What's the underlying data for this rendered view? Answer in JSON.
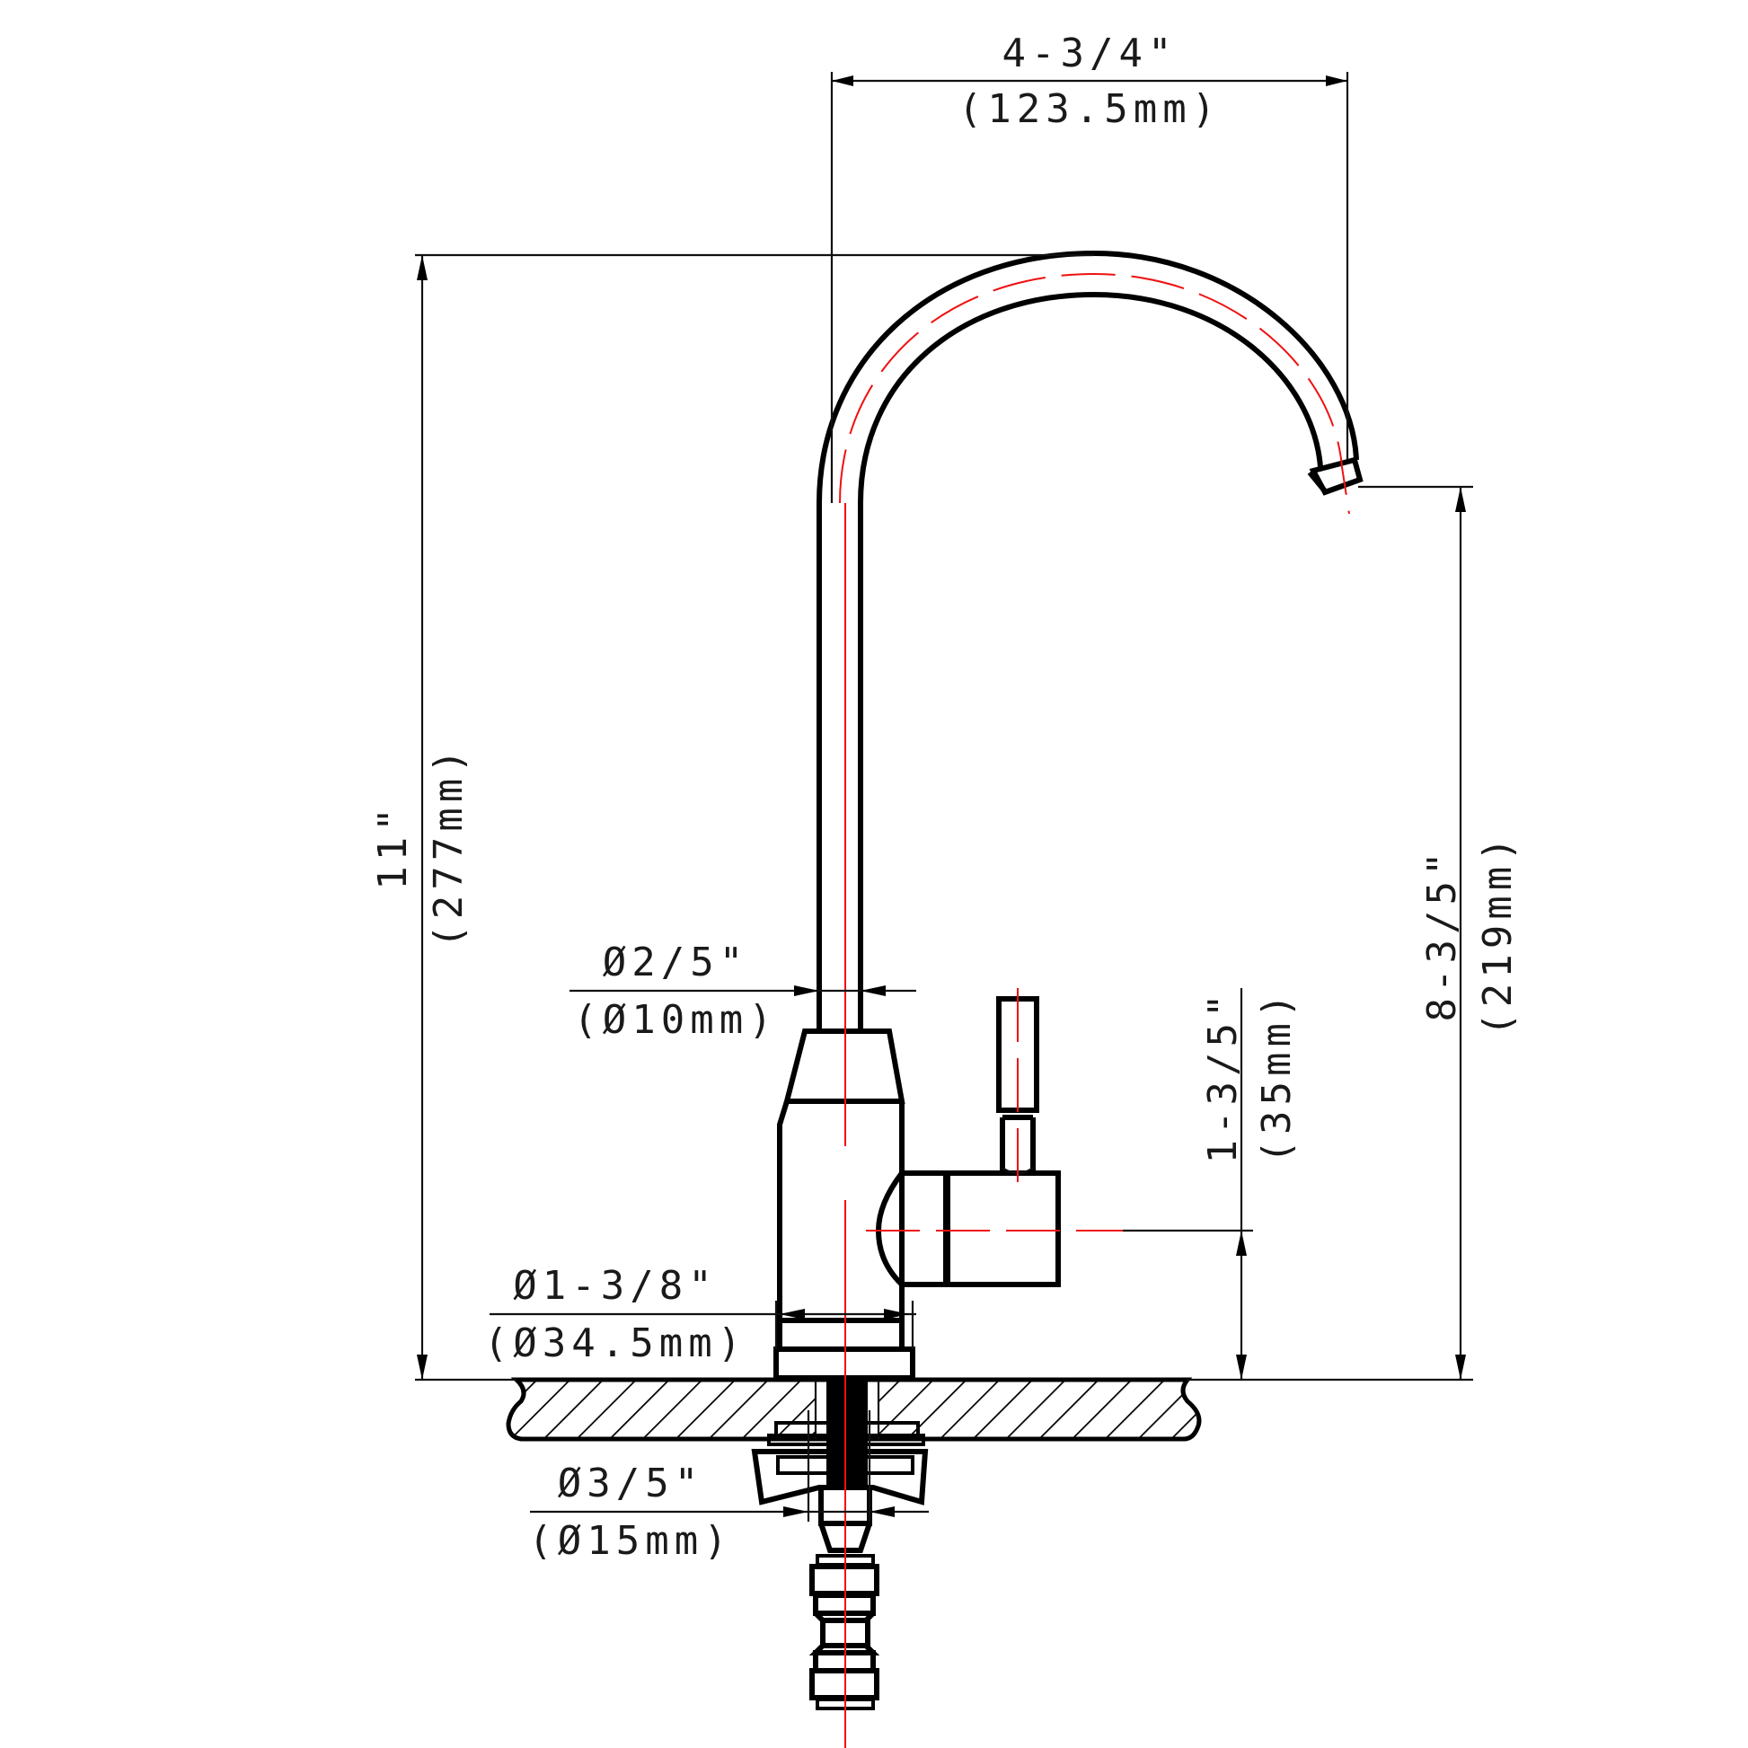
{
  "drawing": {
    "subject": "Faucet dimension drawing",
    "colors": {
      "outline": "#000000",
      "dimension_line": "#111111",
      "centerline": "#ee1111",
      "background": "#ffffff"
    }
  },
  "dimensions": {
    "spout_reach": {
      "imperial": "4-3/4\"",
      "metric": "(123.5mm)"
    },
    "total_height": {
      "imperial": "11\"",
      "metric": "(277mm)"
    },
    "spout_height": {
      "imperial": "8-3/5\"",
      "metric": "(219mm)"
    },
    "handle_height": {
      "imperial": "1-3/5\"",
      "metric": "(35mm)"
    },
    "spout_diameter": {
      "imperial": "Ø2/5\"",
      "metric": "(Ø10mm)"
    },
    "base_diameter": {
      "imperial": "Ø1-3/8\"",
      "metric": "(Ø34.5mm)"
    },
    "shank_diameter": {
      "imperial": "Ø3/5\"",
      "metric": "(Ø15mm)"
    }
  }
}
